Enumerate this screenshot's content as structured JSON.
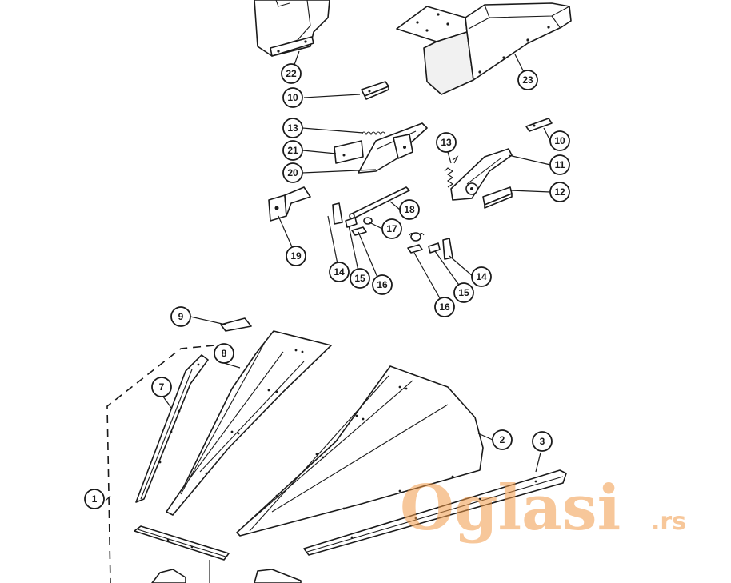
{
  "diagram": {
    "callouts": [
      "22",
      "23",
      "10",
      "13",
      "21",
      "20",
      "19",
      "14",
      "15",
      "16",
      "17",
      "18",
      "13",
      "10",
      "11",
      "12",
      "14",
      "15",
      "16",
      "9",
      "8",
      "7",
      "2",
      "3",
      "1"
    ]
  },
  "watermark": {
    "brand": "Oglasi",
    "suffix": ".rs",
    "color": "#f29a48"
  }
}
